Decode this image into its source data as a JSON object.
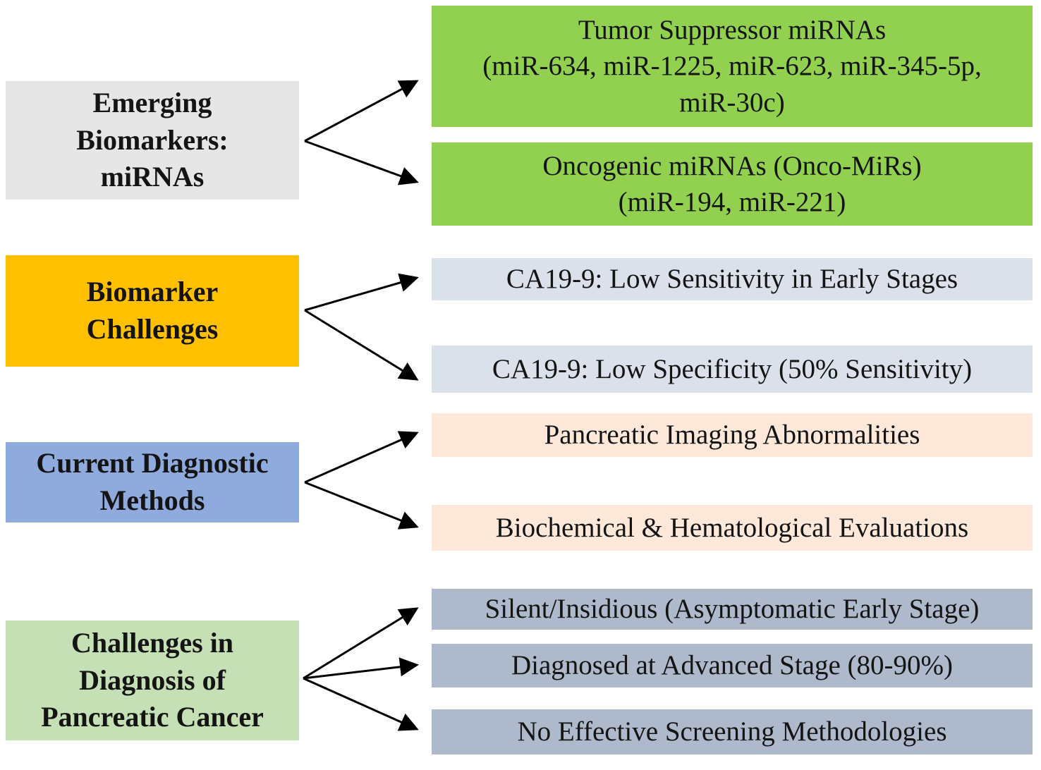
{
  "colors": {
    "background": "#ffffff",
    "arrow": "#000000",
    "text": "#141414",
    "category_gray": "#e7e6e6",
    "category_gold": "#ffc000",
    "category_blue": "#8faadc",
    "category_light_green": "#c5e0b4",
    "detail_green": "#92d050",
    "detail_light_blue": "#dbe1ea",
    "detail_peach": "#fde8da",
    "detail_slate_blue": "#aeb9cb"
  },
  "sections": [
    {
      "id": "emerging-biomarkers-mirnas",
      "label": "Emerging\nBiomarkers:\nmiRNAs",
      "color": "#e7e6e6",
      "targets": [
        {
          "text": "Tumor Suppressor miRNAs\n(miR-634, miR-1225, miR-623, miR-345-5p,\nmiR-30c)",
          "color": "#92d050"
        },
        {
          "text": "Oncogenic miRNAs (Onco-MiRs)\n(miR-194, miR-221)",
          "color": "#92d050"
        }
      ]
    },
    {
      "id": "biomarker-challenges",
      "label": "Biomarker\nChallenges",
      "color": "#ffc000",
      "targets": [
        {
          "text": "CA19-9: Low Sensitivity in Early Stages",
          "color": "#dbe1ea"
        },
        {
          "text": "CA19-9: Low Specificity (50% Sensitivity)",
          "color": "#dbe1ea"
        }
      ]
    },
    {
      "id": "current-diagnostic-methods",
      "label": "Current Diagnostic\nMethods",
      "color": "#8faadc",
      "targets": [
        {
          "text": "Pancreatic Imaging Abnormalities",
          "color": "#fde8da"
        },
        {
          "text": "Biochemical & Hematological Evaluations",
          "color": "#fde8da"
        }
      ]
    },
    {
      "id": "challenges-in-diagnosis",
      "label": "Challenges in\nDiagnosis of\nPancreatic Cancer",
      "color": "#c5e0b4",
      "targets": [
        {
          "text": "Silent/Insidious (Asymptomatic Early Stage)",
          "color": "#aeb9cb"
        },
        {
          "text": "Diagnosed at Advanced Stage (80-90%)",
          "color": "#aeb9cb"
        },
        {
          "text": "No Effective Screening Methodologies",
          "color": "#aeb9cb"
        }
      ]
    }
  ]
}
